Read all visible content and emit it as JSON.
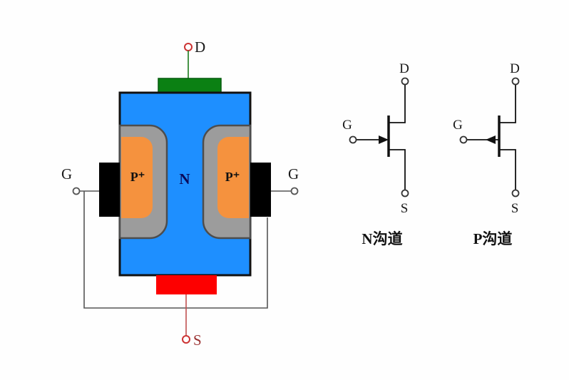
{
  "figure": {
    "structure": {
      "drain_label": "D",
      "source_label": "S",
      "gate_left_label": "G",
      "gate_right_label": "G",
      "channel_label": "N",
      "p_region_left_label": "P⁺",
      "p_region_right_label": "P⁺"
    },
    "symbol_n": {
      "gate_label": "G",
      "drain_label": "D",
      "source_label": "S",
      "caption": "N沟道"
    },
    "symbol_p": {
      "gate_label": "G",
      "drain_label": "D",
      "source_label": "S",
      "caption": "P沟道"
    },
    "colors": {
      "channel_blue": "#1e8fff",
      "p_region_orange": "#f5923e",
      "depletion_gray": "#9c9c9c",
      "drain_contact_green": "#0b8013",
      "source_contact_red": "#fd0000",
      "gate_contact_black": "#000000",
      "wire_gray": "#555555",
      "drain_wire_green": "#1a7a1a",
      "source_wire_red": "#c05050"
    }
  }
}
